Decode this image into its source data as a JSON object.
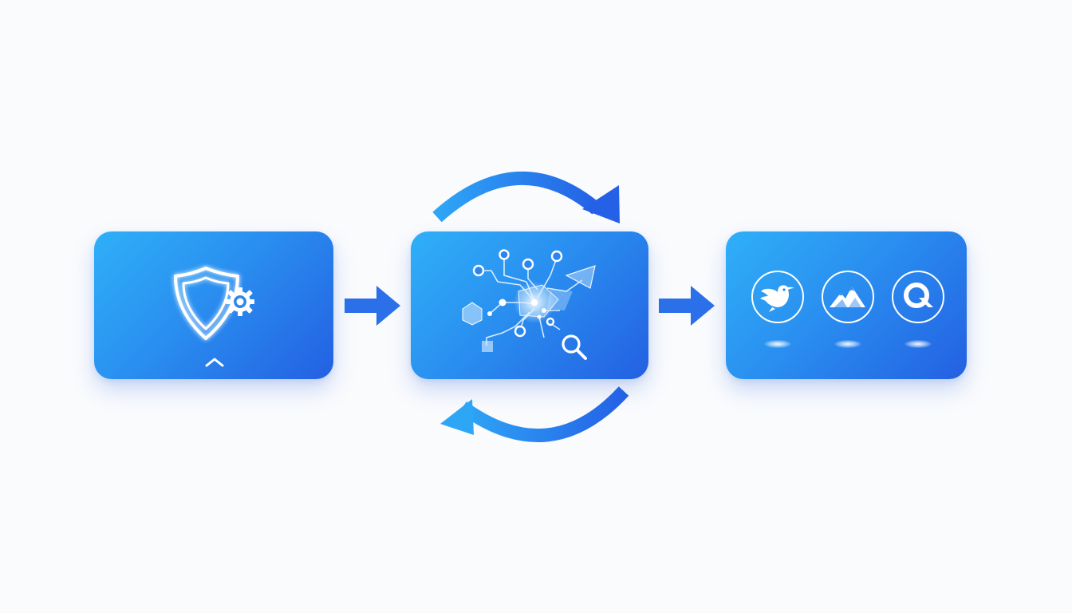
{
  "diagram": {
    "stages": [
      {
        "id": "stage-1",
        "icon": "shield-gear-icon",
        "extra_icon": "chevron-up-icon"
      },
      {
        "id": "stage-2",
        "icon": "network-analysis-icon",
        "extra_icon": "magnifier-icon"
      },
      {
        "id": "stage-3",
        "icons": [
          "bird-logo-icon",
          "mountain-logo-icon",
          "q-logo-icon"
        ]
      }
    ],
    "connectors": [
      "arrow-right-icon",
      "arrow-right-icon"
    ],
    "cycle_arrows": [
      "cycle-arrow-top-icon",
      "cycle-arrow-bottom-icon"
    ]
  },
  "colors": {
    "card_light": "#2fb0f8",
    "card_dark": "#2360e2",
    "arrow": "#2a6fe8",
    "background": "#fafbfd",
    "icon": "#ffffff"
  }
}
